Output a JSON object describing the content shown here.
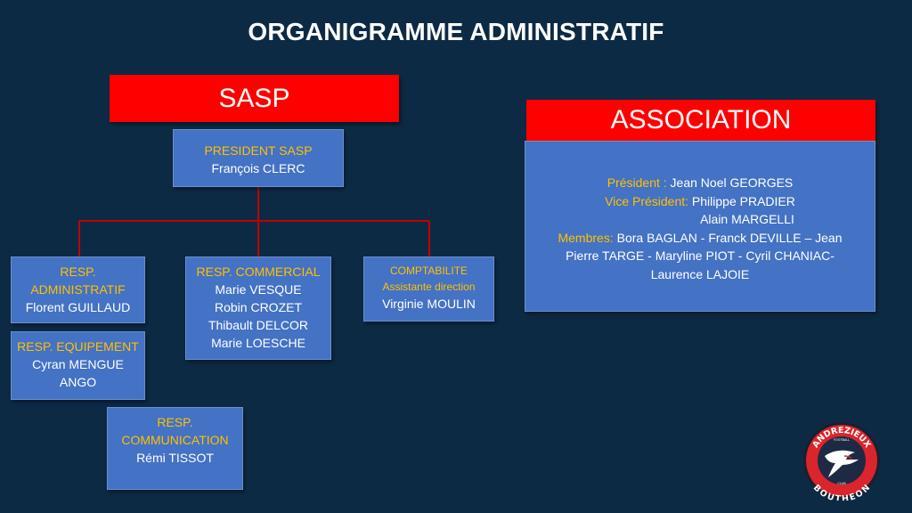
{
  "title": "ORGANIGRAMME ADMINISTRATIF",
  "sasp": {
    "header": "SASP",
    "president": {
      "role": "PRESIDENT SASP",
      "name": "François CLERC"
    },
    "administratif": {
      "role_line1": "RESP.",
      "role_line2": "ADMINISTRATIF",
      "name": "Florent GUILLAUD"
    },
    "equipement": {
      "role": "RESP. EQUIPEMENT",
      "name_line1": "Cyran MENGUE",
      "name_line2": "ANGO"
    },
    "commercial": {
      "role": "RESP. COMMERCIAL",
      "names": [
        "Marie VESQUE",
        "Robin CROZET",
        "Thibault DELCOR",
        "Marie LOESCHE"
      ]
    },
    "comptabilite": {
      "role_line1": "COMPTABILITE",
      "role_line2": "Assistante direction",
      "name": "Virginie MOULIN"
    },
    "communication": {
      "role_line1": "RESP.",
      "role_line2": "COMMUNICATION",
      "name": "Rémi TISSOT"
    }
  },
  "association": {
    "header": "ASSOCIATION",
    "president_label": "Président : ",
    "president_name": "Jean Noel GEORGES",
    "vice_label": "Vice Président: ",
    "vice_names": [
      "Philippe PRADIER",
      "Alain MARGELLI"
    ],
    "members_label": "Membres: ",
    "members_line1": "Bora BAGLAN - Franck DEVILLE – Jean",
    "members_line2": "Pierre TARGE - Maryline PIOT - Cyril CHANIAC-",
    "members_line3": "Laurence LAJOIE"
  },
  "logo": {
    "top_text": "ANDREZIEUX",
    "bottom_text": "BOUTHEON",
    "small_top": "FOOTBALL",
    "small_bottom": "CLUB"
  },
  "colors": {
    "background": "#0d2a45",
    "header_red": "#ff0000",
    "box_blue": "#4472c4",
    "label_orange": "#ffc000",
    "connector_red": "#c00000"
  }
}
